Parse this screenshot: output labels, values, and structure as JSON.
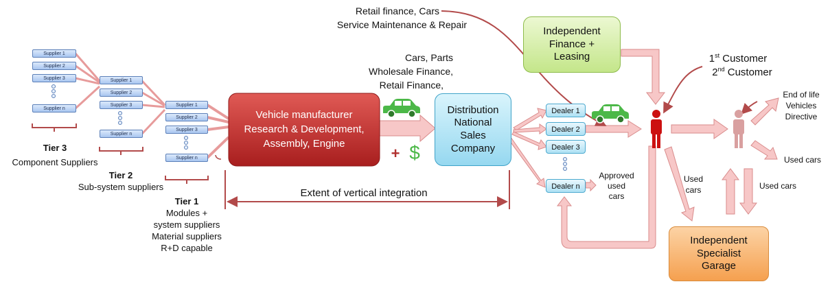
{
  "tiers": {
    "tier3": {
      "label": "Tier 3",
      "desc": "Component Suppliers",
      "suppliers": [
        "Supplier 1",
        "Supplier 2",
        "Supplier 3",
        "Supplier n"
      ]
    },
    "tier2": {
      "label": "Tier 2",
      "desc": "Sub-system suppliers",
      "suppliers": [
        "Supplier 1",
        "Supplier 2",
        "Supplier 3",
        "Supplier n"
      ]
    },
    "tier1": {
      "label": "Tier 1",
      "desc_lines": [
        "Modules +",
        "system suppliers",
        "Material suppliers",
        "R+D capable"
      ],
      "suppliers": [
        "Supplier 1",
        "Supplier 2",
        "Supplier 3",
        "Supplier n"
      ]
    }
  },
  "manufacturer": {
    "lines": [
      "Vehicle manufacturer",
      "Research & Development,",
      "Assembly,  Engine"
    ]
  },
  "flows": {
    "to_nsc": [
      "Cars, Parts",
      "Wholesale Finance,",
      "Retail Finance,"
    ],
    "retail": [
      "Retail finance, Cars",
      "Service Maintenance & Repair"
    ],
    "plus": "+",
    "dollar": "$"
  },
  "nsc": {
    "lines": [
      "Distribution",
      "National",
      "Sales",
      "Company"
    ]
  },
  "dealers": [
    "Dealer 1",
    "Dealer 2",
    "Dealer 3",
    "Dealer n"
  ],
  "approved_used": [
    "Approved",
    "used",
    "cars"
  ],
  "finance": {
    "lines": [
      "Independent",
      "Finance +",
      "Leasing"
    ]
  },
  "customers": {
    "first": {
      "num": "1",
      "sup": "st",
      "rest": " Customer"
    },
    "second": {
      "num": "2",
      "sup": "nd",
      "rest": " Customer"
    }
  },
  "end_of_life": [
    "End of life",
    "Vehicles",
    "Directive"
  ],
  "used_cars": {
    "right": "Used cars",
    "middle": "Used cars",
    "left": [
      "Used",
      "cars"
    ]
  },
  "garage": {
    "lines": [
      "Independent",
      "Specialist",
      "Garage"
    ]
  },
  "vertical_integration": "Extent of vertical integration",
  "colors": {
    "arrow_fill": "#f7c7c7",
    "arrow_stroke": "#d98b8b",
    "manufacturer": "#c0302e",
    "nsc": "#bde9f7",
    "finance": "#d8f0a8",
    "garage": "#f9b26a",
    "dark_red": "#b24a4a",
    "car": "#4cb848",
    "person_1": "#cc1111",
    "person_2": "#d9a0a0"
  }
}
